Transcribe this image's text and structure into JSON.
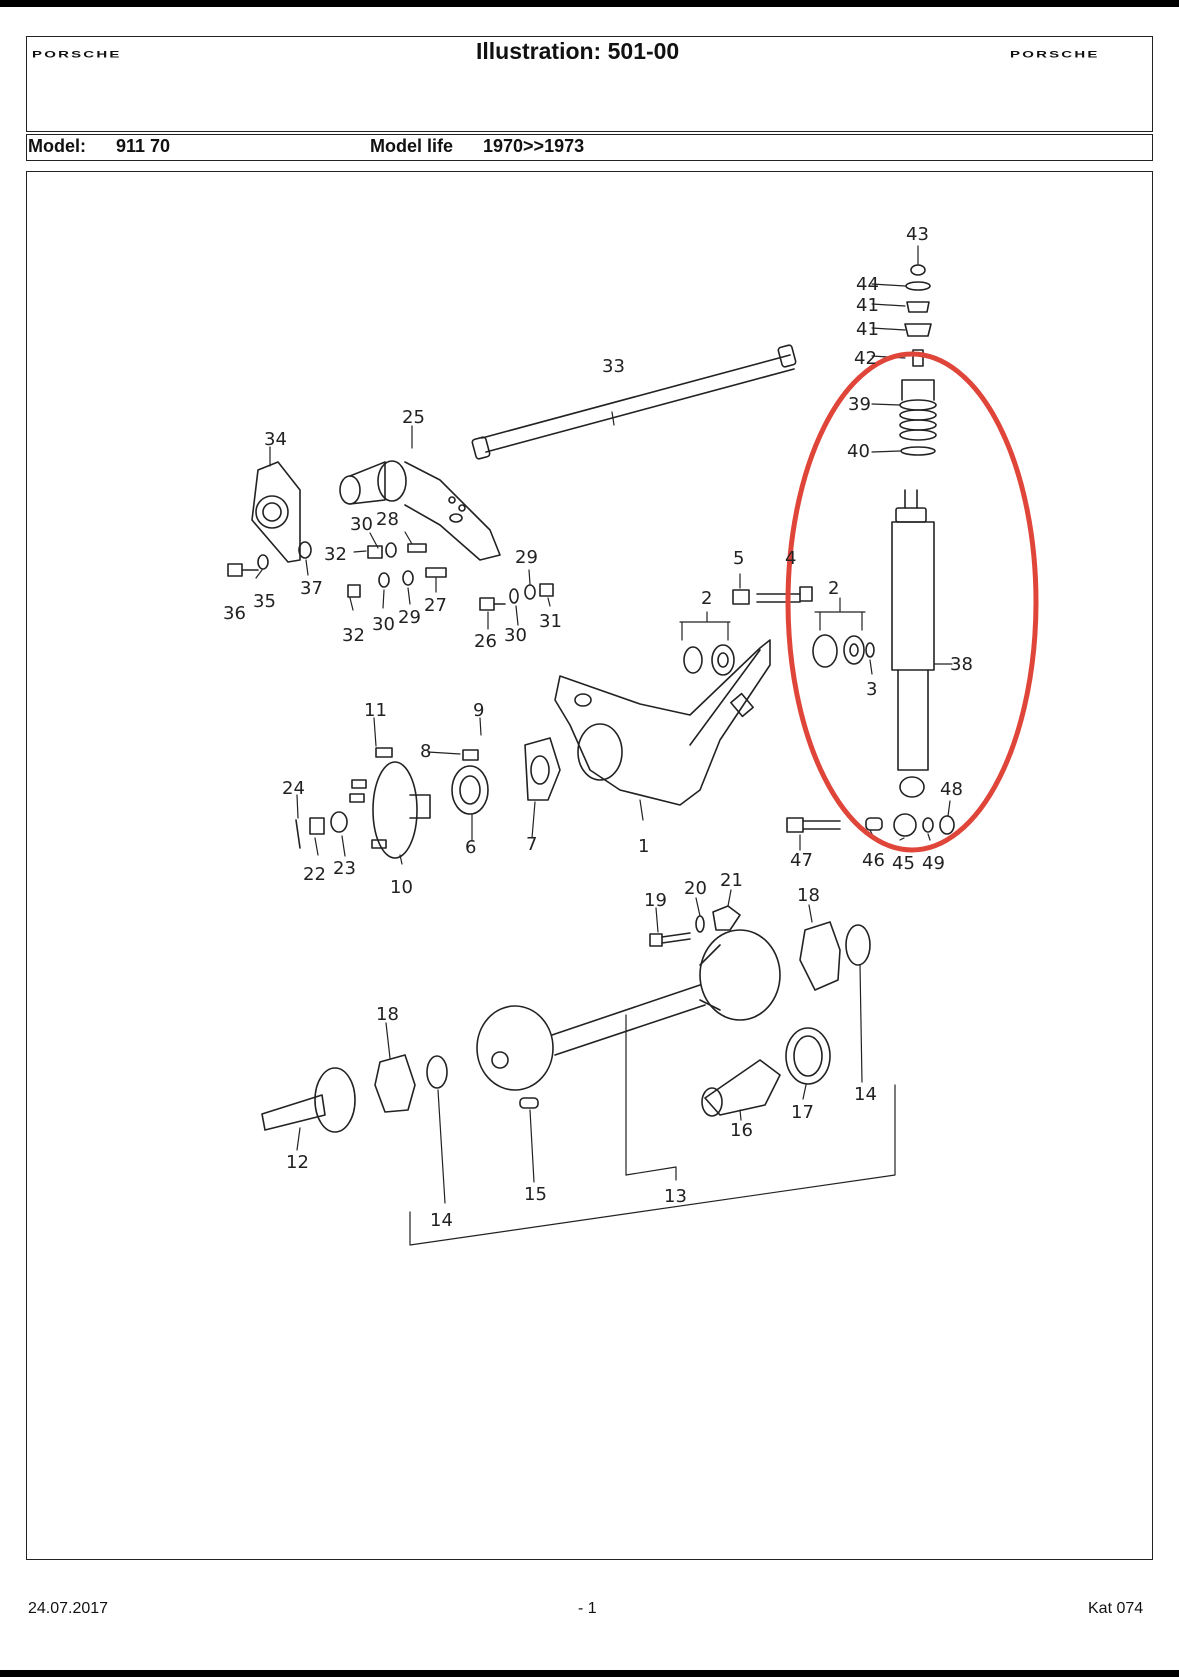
{
  "header": {
    "logo_left": "PORSCHE",
    "logo_right": "PORSCHE",
    "title": "Illustration: 501-00",
    "model_label": "Model:",
    "model_value": "911 70",
    "model_life_label": "Model life",
    "model_life_value": "1970>>1973"
  },
  "callouts": {
    "n1": "1",
    "n2a": "2",
    "n2b": "2",
    "n3": "3",
    "n4": "4",
    "n5": "5",
    "n6": "6",
    "n7": "7",
    "n8": "8",
    "n9": "9",
    "n10": "10",
    "n11": "11",
    "n12": "12",
    "n13": "13",
    "n14a": "14",
    "n14b": "14",
    "n15": "15",
    "n16": "16",
    "n17": "17",
    "n18a": "18",
    "n18b": "18",
    "n19": "19",
    "n20": "20",
    "n21": "21",
    "n22": "22",
    "n23": "23",
    "n24": "24",
    "n25": "25",
    "n26": "26",
    "n27": "27",
    "n28": "28",
    "n29a": "29",
    "n29b": "29",
    "n30a": "30",
    "n30b": "30",
    "n30c": "30",
    "n31": "31",
    "n32a": "32",
    "n32b": "32",
    "n33": "33",
    "n34": "34",
    "n35": "35",
    "n36": "36",
    "n37": "37",
    "n38": "38",
    "n39": "39",
    "n40": "40",
    "n41a": "41",
    "n41b": "41",
    "n42": "42",
    "n43": "43",
    "n44": "44",
    "n45": "45",
    "n46": "46",
    "n47": "47",
    "n48": "48",
    "n49": "49"
  },
  "highlight": {
    "color": "#e0453a"
  },
  "footer": {
    "date": "24.07.2017",
    "page": "- 1",
    "catalog": "Kat 074"
  }
}
